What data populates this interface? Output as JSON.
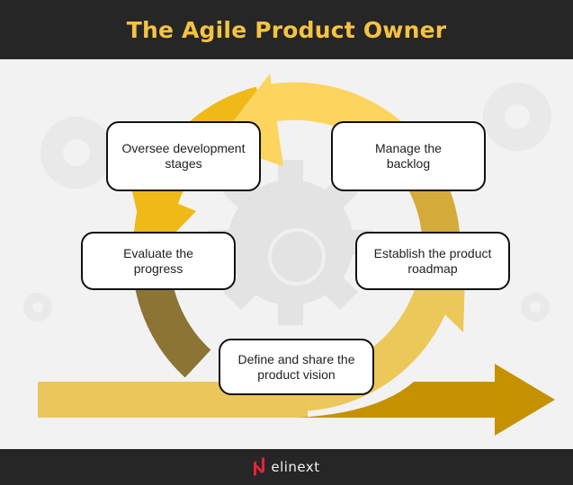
{
  "header": {
    "title": "The Agile Product Owner"
  },
  "steps": [
    {
      "label": "Oversee development stages"
    },
    {
      "label": "Manage the backlog"
    },
    {
      "label": "Evaluate the progress"
    },
    {
      "label": "Establish the product roadmap"
    },
    {
      "label": "Define and share the product vision"
    }
  ],
  "footer": {
    "brand": "elinext"
  },
  "colors": {
    "header_bg": "#262626",
    "title": "#f5c242",
    "logo_red": "#e5223a"
  }
}
